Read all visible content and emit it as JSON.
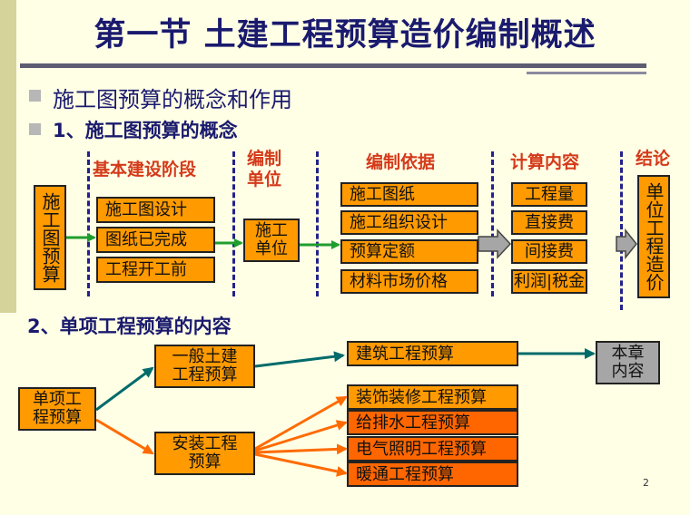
{
  "title": "第一节 土建工程预算造价编制概述",
  "bullets": {
    "item1": "施工图预算的概念和作用",
    "item2": "1、施工图预算的概念"
  },
  "flow": {
    "headers": {
      "stage": "基本建设阶段",
      "unit": "编制\n单位",
      "basis": "编制依据",
      "calc": "计算内容",
      "conclusion": "结论"
    },
    "start": "施工图预算",
    "stages": [
      "施工图设计",
      "图纸已完成",
      "工程开工前"
    ],
    "unit": "施工\n单位",
    "basis": [
      "施工图纸",
      "施工组织设计",
      "预算定额",
      "材料市场价格"
    ],
    "calc": [
      "工程量",
      "直接费",
      "间接费",
      "利润|税金"
    ],
    "conclusion": "单位工程造价"
  },
  "section2": {
    "heading": "2、单项工程预算的内容",
    "root": "单项工\n程预算",
    "general": "一般土建\n工程预算",
    "install": "安装工程\n预算",
    "building": "建筑工程预算",
    "chapter": "本章\n内容",
    "install_items": [
      "装饰装修工程预算",
      "给排水工程预算",
      "电气照明工程预算",
      "暖通工程预算"
    ]
  },
  "page_number": "2",
  "colors": {
    "title": "#1a1a6e",
    "header_red": "#d43a1a",
    "box_orange": "#ff9a00",
    "box_dark_orange": "#ff6600",
    "arrow_green": "#1f9e2e",
    "arrow_teal": "#006b6b",
    "arrow_orange": "#ff6a00"
  }
}
